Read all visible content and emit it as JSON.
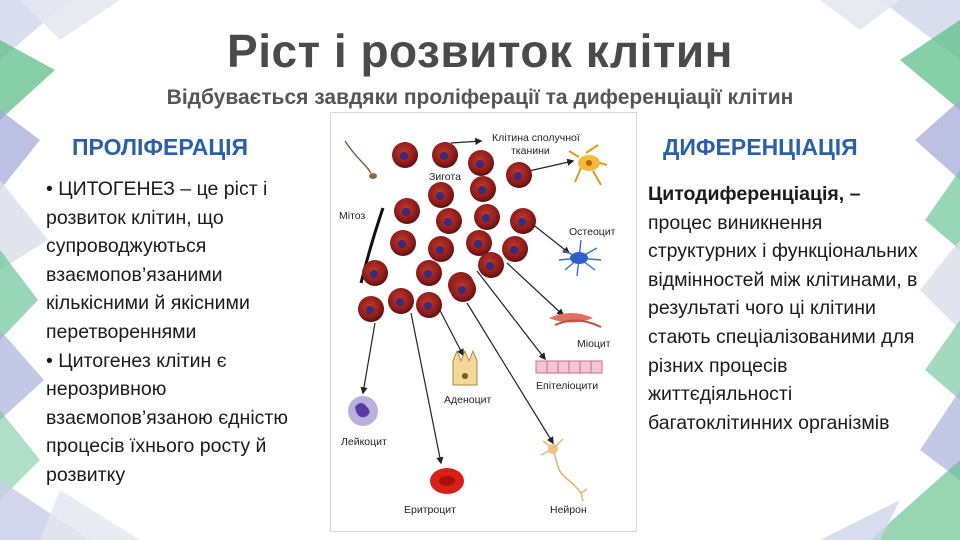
{
  "slide": {
    "title": "Ріст і розвиток клітин",
    "subtitle": "Відбувається завдяки проліферації та диференціації клітин"
  },
  "left": {
    "heading": "ПРОЛІФЕРАЦІЯ",
    "bullets": [
      "• ЦИТОГЕНЕЗ – це ріст і розвиток клітин, що супроводжуються взаємопов’язаними кількісними й якісними перетвореннями",
      "• Цитогенез клітин є нерозривною взаємопов’язаною єдністю процесів їхнього росту й розвитку"
    ]
  },
  "right": {
    "heading": "ДИФЕРЕНЦІАЦІЯ",
    "term": "Цитодиференціація, –",
    "definition": "процес виникнення структурних і функціональних відмінностей між клітинами, в результаті чого ці клітини стають спеціалізованими для різних процесів життєдіяльності багатоклітинних організмів"
  },
  "diagram": {
    "labels": {
      "zygote": "Зигота",
      "mitosis": "Мітоз",
      "connective_line1": "Клітина сполучної",
      "connective_line2": "тканини",
      "osteocyte": "Остеоцит",
      "myocyte": "Міоцит",
      "epitheliocytes": "Епітеліоцити",
      "adenocyte": "Аденоцит",
      "leukocyte": "Лейкоцит",
      "erythrocyte": "Еритроцит",
      "neuron": "Нейрон"
    }
  },
  "colors": {
    "heading": "#2b5fa8",
    "title": "#4a4a4a",
    "cell": "#8b1a1a",
    "nucleus": "#3a2a7a"
  }
}
